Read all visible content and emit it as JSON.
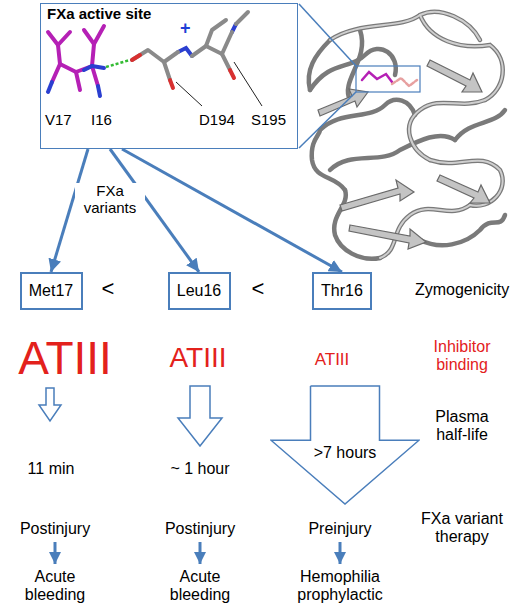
{
  "diagram": {
    "nodes": [
      {
        "text": [
          "FXa active site",
          "+",
          "V17",
          "I16",
          "D194",
          "S195"
        ]
      },
      {
        "text": [
          "Met17"
        ]
      },
      {
        "text": [
          "Leu16"
        ]
      },
      {
        "text": [
          "Thr16"
        ]
      },
      {
        "text": [
          ">7 hours"
        ]
      }
    ],
    "edges": [
      {
        "from": 0,
        "to": 1,
        "arrow": "to"
      },
      {
        "from": 0,
        "to": 2,
        "arrow": "to"
      },
      {
        "from": 0,
        "to": 3,
        "arrow": "to"
      }
    ],
    "labels": [
      "FXa variants",
      "<",
      "<",
      "Zymogenicity",
      "ATIII",
      "ATIII",
      "ATIII",
      "Inhibitor binding",
      "Plasma half-life",
      "11 min",
      "~ 1 hour",
      "Postinjury",
      "Postinjury",
      "Preinjury",
      "FXa variant therapy",
      "Acute bleeding",
      "Acute bleeding",
      "Hemophilia prophylactic"
    ]
  }
}
